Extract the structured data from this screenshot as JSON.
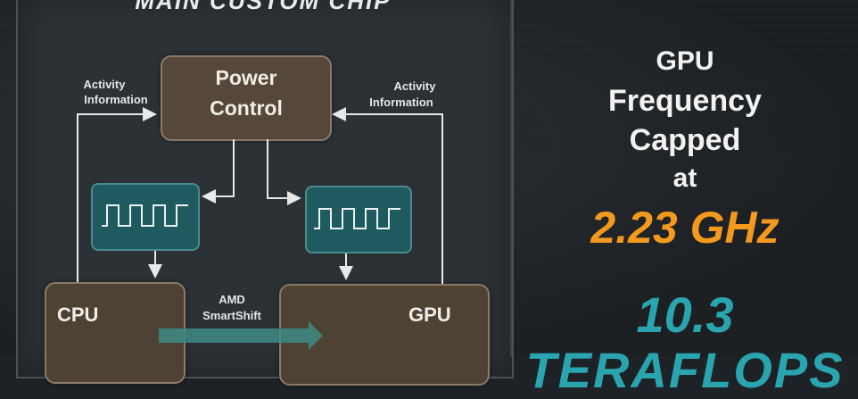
{
  "diagram": {
    "title": "MAIN CUSTOM CHIP",
    "power_control": "Power\nControl",
    "power_control_line1": "Power",
    "power_control_line2": "Control",
    "activity_left_line1": "Activity",
    "activity_left_line2": "Information",
    "activity_right_line1": "Activity",
    "activity_right_line2": "Information",
    "cpu_label": "CPU",
    "gpu_label": "GPU",
    "smartshift_line1": "AMD",
    "smartshift_line2": "SmartShift"
  },
  "side_text": {
    "line1": "GPU",
    "line2": "Frequency",
    "line3": "Capped",
    "line4": "at",
    "frequency": "2.23 GHz",
    "tflops_value": "10.3",
    "tflops_unit": "TERAFLOPS"
  },
  "colors": {
    "frequency": "#f39a1e",
    "tflops": "#2aa4ae",
    "box_brown": "#55483a",
    "box_teal": "#1f5a60"
  }
}
